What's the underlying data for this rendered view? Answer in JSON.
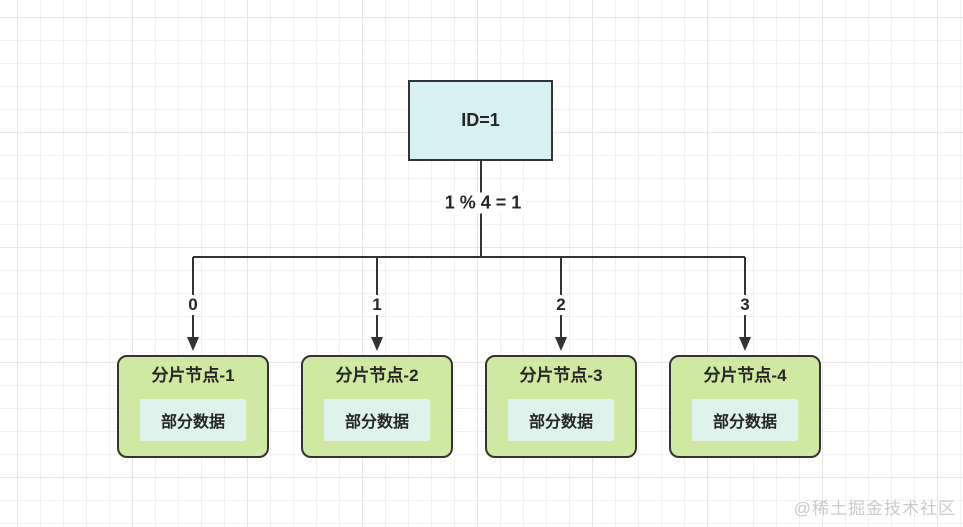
{
  "diagram": {
    "root": {
      "label": "ID=1"
    },
    "edge_label": "1 % 4 = 1",
    "branches": [
      {
        "index": "0",
        "title": "分片节点-1",
        "content": "部分数据"
      },
      {
        "index": "1",
        "title": "分片节点-2",
        "content": "部分数据"
      },
      {
        "index": "2",
        "title": "分片节点-3",
        "content": "部分数据"
      },
      {
        "index": "3",
        "title": "分片节点-4",
        "content": "部分数据"
      }
    ],
    "colors": {
      "stroke": "#333333",
      "text": "#262626",
      "root_fill": "#d7f0f0",
      "shard_fill": "#cfe9a3",
      "inner_fill": "#ddf3ec",
      "grid_minor": "#f0f0f0",
      "grid_major": "#e6e6e6",
      "watermark": "#cbcbcb"
    }
  },
  "watermark": {
    "text": "@稀土掘金技术社区"
  }
}
